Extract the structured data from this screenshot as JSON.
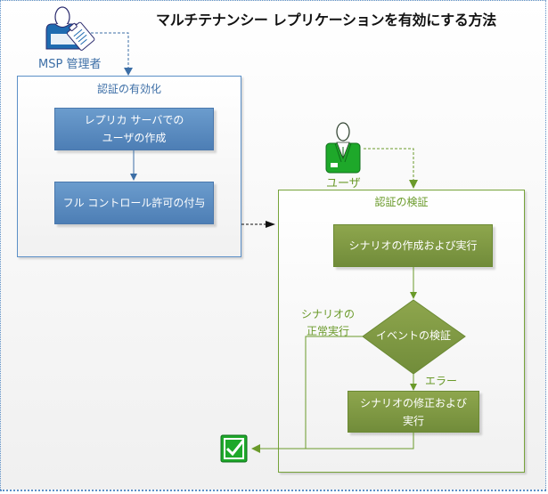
{
  "title": "マルチテナンシー レプリケーションを有効にする方法",
  "actors": {
    "msp_admin": {
      "label": "MSP 管理者",
      "icon": "admin-with-clipboard-icon",
      "color": "#1f6bb0"
    },
    "user": {
      "label": "ユーザ",
      "icon": "user-icon",
      "color": "#22a02a"
    }
  },
  "colors": {
    "blue_accent": "#4d7eb5",
    "green_accent": "#76923c",
    "frame_border": "#5b8fc7"
  },
  "left_group": {
    "title": "認証の有効化",
    "steps": [
      {
        "label": "レプリカ サーバでの\nユーザの作成"
      },
      {
        "label": "フル コントロール許可の付与"
      }
    ]
  },
  "right_group": {
    "title": "認証の検証",
    "steps": [
      {
        "label": "シナリオの作成および実行"
      },
      {
        "label": "シナリオの修正および\n実行"
      }
    ],
    "decision": {
      "label": "イベントの検証"
    },
    "edge_labels": {
      "success": "シナリオの\n正常実行",
      "error": "エラー"
    }
  },
  "end": {
    "icon": "checkbox-complete-icon"
  }
}
